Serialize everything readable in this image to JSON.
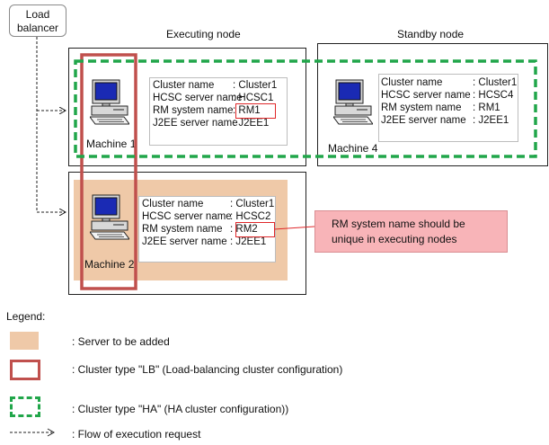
{
  "load_balancer": {
    "line1": "Load",
    "line2": "balancer"
  },
  "headers": {
    "executing": "Executing node",
    "standby": "Standby node"
  },
  "machines": [
    {
      "label": "Machine 1",
      "rows": [
        {
          "key": "Cluster name",
          "value": ": Cluster1"
        },
        {
          "key": "HCSC server name",
          "value": ": HCSC1"
        },
        {
          "key": "RM system name",
          "value": ": RM1"
        },
        {
          "key": "J2EE server name",
          "value": ": J2EE1"
        }
      ]
    },
    {
      "label": "Machine 4",
      "rows": [
        {
          "key": "Cluster name",
          "value": ": Cluster1"
        },
        {
          "key": "HCSC server name",
          "value": ": HCSC4"
        },
        {
          "key": "RM system name",
          "value": ": RM1"
        },
        {
          "key": "J2EE server name",
          "value": ": J2EE1"
        }
      ]
    },
    {
      "label": "Machine 2",
      "rows": [
        {
          "key": "Cluster name",
          "value": ": Cluster1"
        },
        {
          "key": "HCSC server name",
          "value": ": HCSC2"
        },
        {
          "key": "RM system name",
          "value": ": RM2"
        },
        {
          "key": "J2EE server name",
          "value": ": J2EE1"
        }
      ]
    }
  ],
  "callout": {
    "line1": "RM system name should be",
    "line2": "unique in executing nodes"
  },
  "legend": {
    "title": "Legend:",
    "items": [
      {
        "text": ": Server to be added"
      },
      {
        "text": ": Cluster type \"LB\" (Load-balancing cluster configuration)"
      },
      {
        "text": ": Cluster type \"HA\" (HA cluster configuration))"
      },
      {
        "text": ": Flow of execution request"
      }
    ]
  },
  "colors": {
    "added_fill": "#efc9a8",
    "lb_border": "#c0504d",
    "ha_border": "#21a64a",
    "highlight": "#e0282a",
    "callout_fill": "#f8b4b8"
  }
}
